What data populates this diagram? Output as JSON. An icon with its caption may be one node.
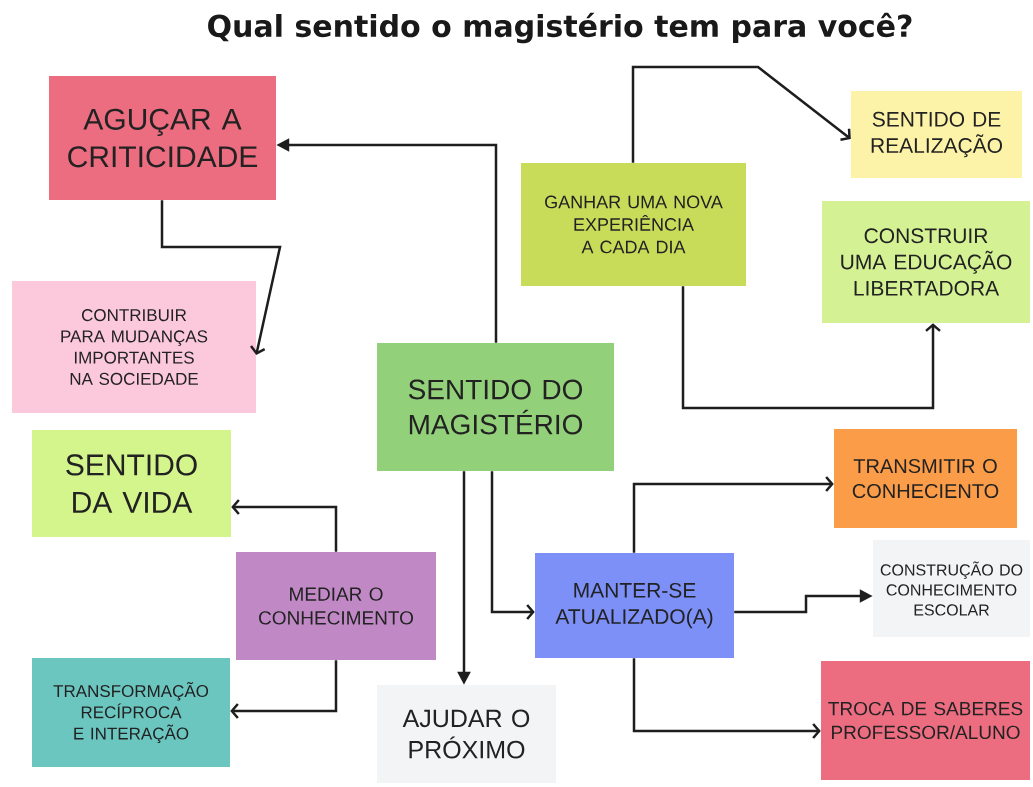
{
  "diagram": {
    "title": "Qual sentido o magistério tem para você?",
    "nodes": [
      {
        "text": [
          "AGUÇAR A CRITICIDADE"
        ]
      },
      {
        "text": [
          "CONTRIBUIR PARA MUDANÇAS IMPORTANTES NA SOCIEDADE"
        ]
      },
      {
        "text": [
          "SENTIDO DO MAGISTÉRIO"
        ]
      },
      {
        "text": [
          "GANHAR UMA NOVA EXPERIÊNCIA A CADA DIA"
        ]
      },
      {
        "text": [
          "SENTIDO DE REALIZAÇÃO"
        ]
      },
      {
        "text": [
          "CONSTRUIR UMA EDUCAÇÃO LIBERTADORA"
        ]
      },
      {
        "text": [
          "SENTIDO DA VIDA"
        ]
      },
      {
        "text": [
          "MEDIAR O CONHECIMENTO"
        ]
      },
      {
        "text": [
          "TRANSFORMAÇÃO RECÍPROCA E INTERAÇÃO"
        ]
      },
      {
        "text": [
          "AJUDAR O PRÓXIMO"
        ]
      },
      {
        "text": [
          "MANTER-SE ATUALIZADO(A)"
        ]
      },
      {
        "text": [
          "TRANSMITIR O CONHECIENTO"
        ]
      },
      {
        "text": [
          "CONSTRUÇÃO DO CONHECIMENTO ESCOLAR"
        ]
      },
      {
        "text": [
          "TROCA DE SABERES PROFESSOR/ALUNO"
        ]
      }
    ],
    "edges": [
      {
        "from": 2,
        "to": 0,
        "arrow": "to"
      },
      {
        "from": 0,
        "to": 1,
        "arrow": "to"
      },
      {
        "from": 3,
        "to": 4,
        "arrow": "to"
      },
      {
        "from": 3,
        "to": 5,
        "arrow": "to"
      },
      {
        "from": 7,
        "to": 6,
        "arrow": "to"
      },
      {
        "from": 7,
        "to": 8,
        "arrow": "to"
      },
      {
        "from": 2,
        "to": 9,
        "arrow": "to"
      },
      {
        "from": 2,
        "to": 10,
        "arrow": "to"
      },
      {
        "from": 10,
        "to": 11,
        "arrow": "to"
      },
      {
        "from": 10,
        "to": 12,
        "arrow": "to"
      },
      {
        "from": 10,
        "to": 13,
        "arrow": "to"
      }
    ]
  }
}
